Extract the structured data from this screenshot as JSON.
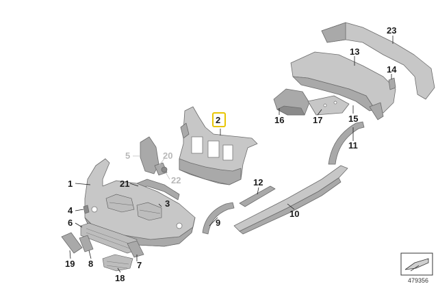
{
  "diagram": {
    "document_number": "479356",
    "highlighted_part": "2",
    "callouts": [
      {
        "id": "1"
      },
      {
        "id": "2"
      },
      {
        "id": "3"
      },
      {
        "id": "4"
      },
      {
        "id": "5"
      },
      {
        "id": "6"
      },
      {
        "id": "7"
      },
      {
        "id": "8"
      },
      {
        "id": "9"
      },
      {
        "id": "10"
      },
      {
        "id": "11"
      },
      {
        "id": "12"
      },
      {
        "id": "13"
      },
      {
        "id": "14"
      },
      {
        "id": "15"
      },
      {
        "id": "16"
      },
      {
        "id": "17"
      },
      {
        "id": "18"
      },
      {
        "id": "19"
      },
      {
        "id": "20"
      },
      {
        "id": "21"
      },
      {
        "id": "22"
      },
      {
        "id": "23"
      }
    ],
    "dimmed_callouts": [
      "5",
      "20",
      "22"
    ]
  }
}
